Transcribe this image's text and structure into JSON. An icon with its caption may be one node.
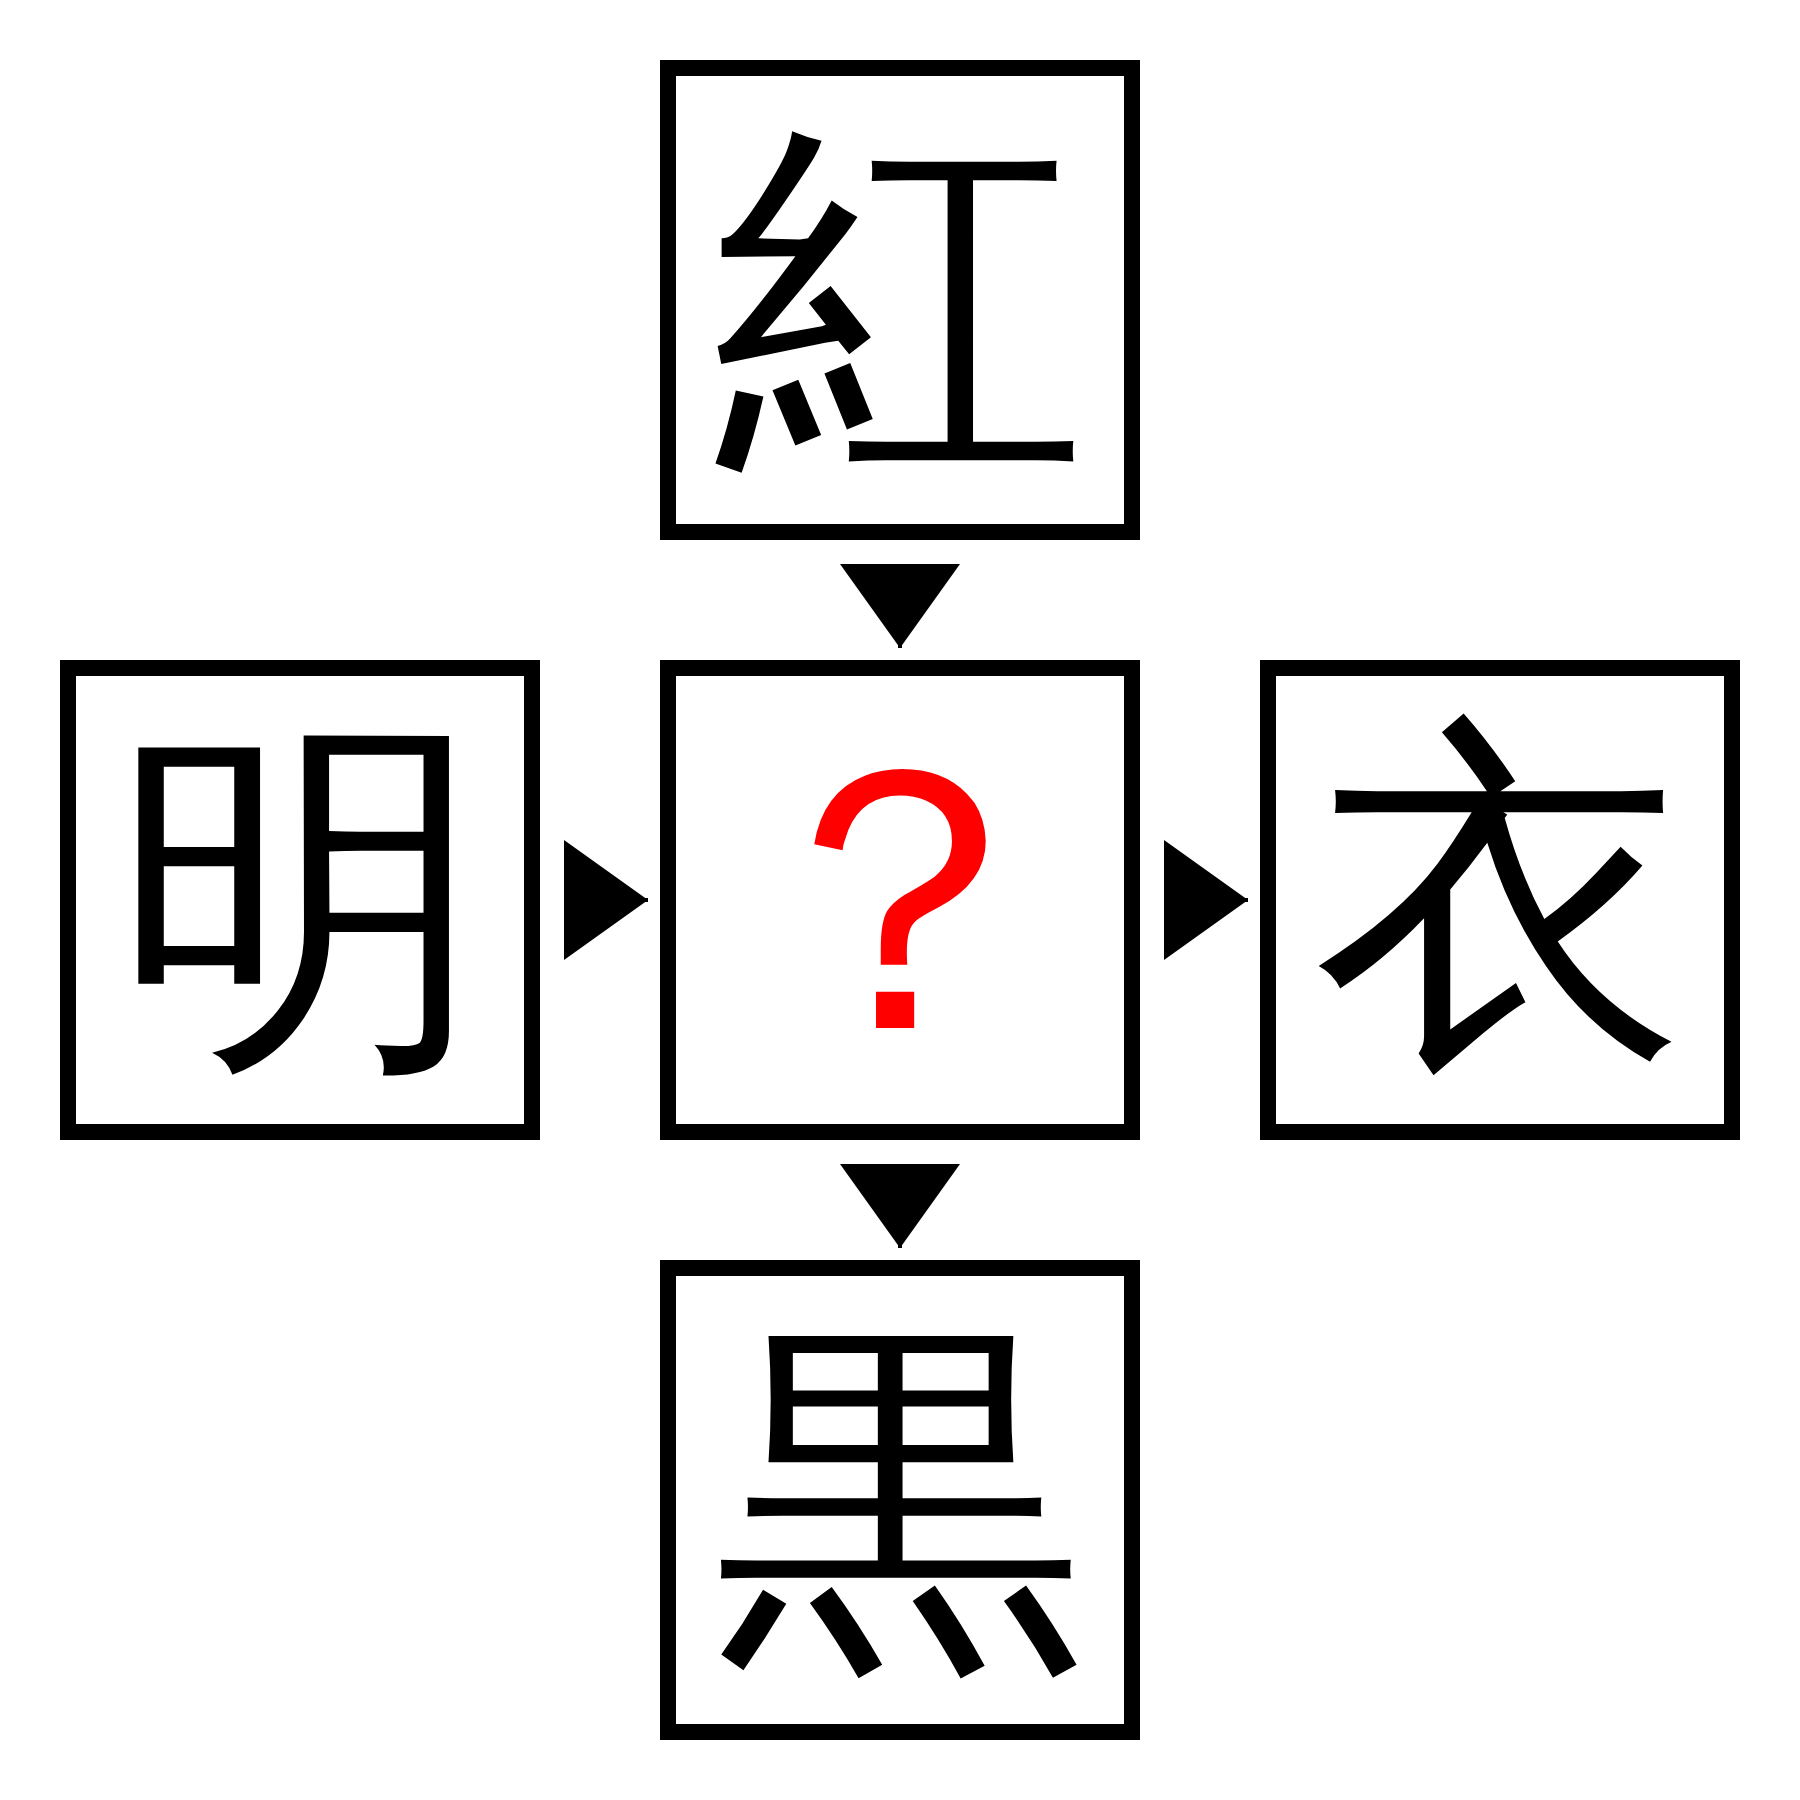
{
  "diagram": {
    "nodes": [
      {
        "text": [
          "紅"
        ]
      },
      {
        "text": [
          "明"
        ]
      },
      {
        "text": [
          "？"
        ]
      },
      {
        "text": [
          "衣"
        ]
      },
      {
        "text": [
          "黒"
        ]
      }
    ],
    "edges": [
      {
        "from": 0,
        "to": 2,
        "arrow": "to"
      },
      {
        "from": 1,
        "to": 2,
        "arrow": "to"
      },
      {
        "from": 2,
        "to": 3,
        "arrow": "to"
      },
      {
        "from": 2,
        "to": 4,
        "arrow": "to"
      }
    ]
  }
}
